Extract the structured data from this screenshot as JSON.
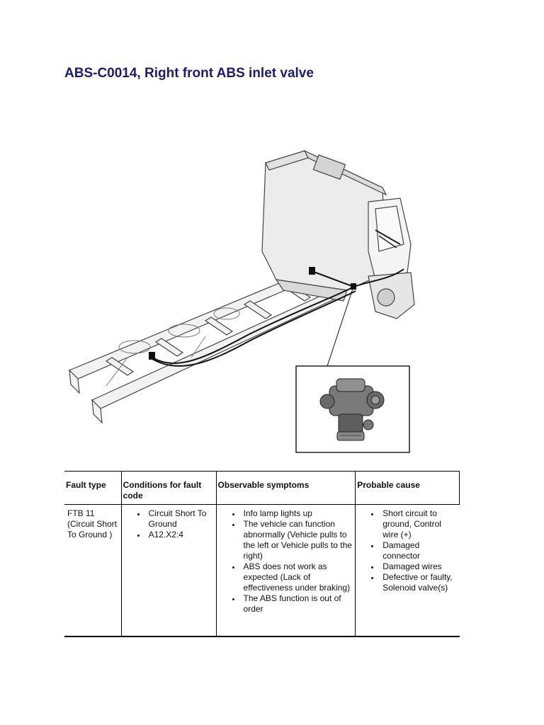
{
  "document": {
    "title": "ABS-C0014, Right front ABS inlet valve"
  },
  "table": {
    "headers": [
      "Fault type",
      "Conditions for fault code",
      "Observable symptoms",
      "Probable cause"
    ],
    "row": {
      "fault_type": "FTB 11 (Circuit Short To Ground )",
      "conditions": [
        "Circuit Short To Ground",
        "A12.X2:4"
      ],
      "symptoms": [
        "Info lamp lights up",
        "The vehicle can function abnormally (Vehicle pulls to the left or Vehicle pulls to the right)",
        "ABS does not work as expected (Lack of effectiveness under braking)",
        "The ABS function is out of order"
      ],
      "causes": [
        "Short circuit to ground, Control wire (+)",
        "Damaged connector",
        "Damaged wires",
        "Defective or faulty, Solenoid valve(s)"
      ]
    }
  }
}
